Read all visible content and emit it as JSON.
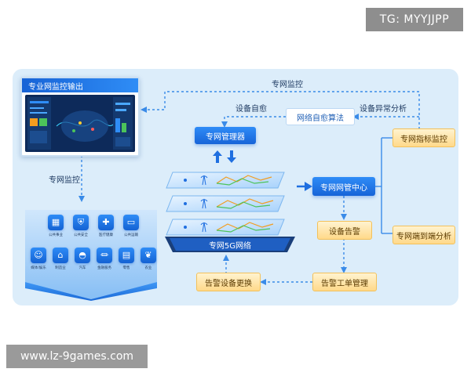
{
  "badges": {
    "tg": "TG: MYYJJPP",
    "url": "www.lz-9games.com"
  },
  "monitor": {
    "title": "专业网监控输出"
  },
  "labels": {
    "private_monitor_top": "专网监控",
    "private_monitor_left": "专网监控",
    "device_self_heal": "设备自愈",
    "device_anomaly": "设备异常分析"
  },
  "nodes": {
    "self_heal_algo": "网络自愈算法",
    "private_net_manager": "专网管理器",
    "private_net_center": "专网网管中心",
    "private_5g_network": "专网5G网络",
    "kpi_monitor": "专网指标监控",
    "e2e_analysis": "专网端到端分析",
    "device_alarm": "设备告警",
    "alarm_ticket": "告警工单管理",
    "alarm_replace": "告警设备更换"
  },
  "sectors": {
    "row1": [
      "公共事业",
      "公共安全",
      "医疗健康",
      "公共运输"
    ],
    "row2": [
      "媒体/娱乐",
      "制造业",
      "汽车",
      "金融服务",
      "零售",
      "农业"
    ]
  },
  "colors": {
    "accent_blue": "#1f6fe0",
    "panel_bg": "#dcedfa",
    "orange_node": "#ffd98a",
    "green_trace": "#4cc35a",
    "orange_trace": "#f39c1f"
  },
  "icons": {
    "sector_row1": [
      "building-icon",
      "shield-icon",
      "medical-kit-icon",
      "bus-icon"
    ],
    "sector_row2": [
      "people-icon",
      "factory-icon",
      "car-icon",
      "bank-icon",
      "shop-icon",
      "leaf-icon"
    ]
  }
}
